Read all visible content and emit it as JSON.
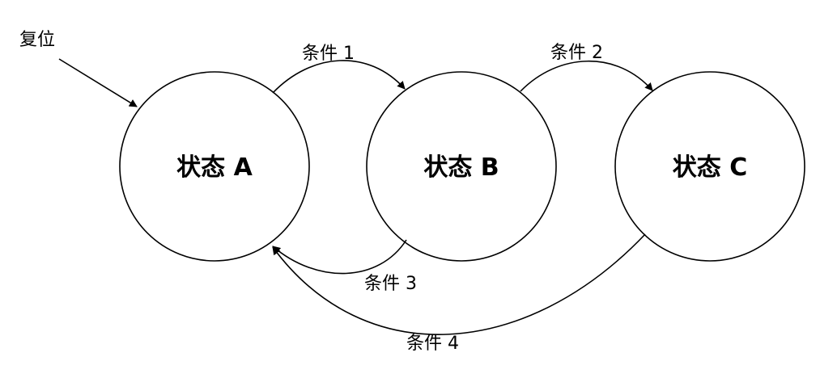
{
  "reset_label": "复位",
  "states": {
    "a": "状态 A",
    "b": "状态 B",
    "c": "状态 C"
  },
  "transitions": {
    "t1": "条件 1",
    "t2": "条件 2",
    "t3": "条件 3",
    "t4": "条件 4"
  }
}
